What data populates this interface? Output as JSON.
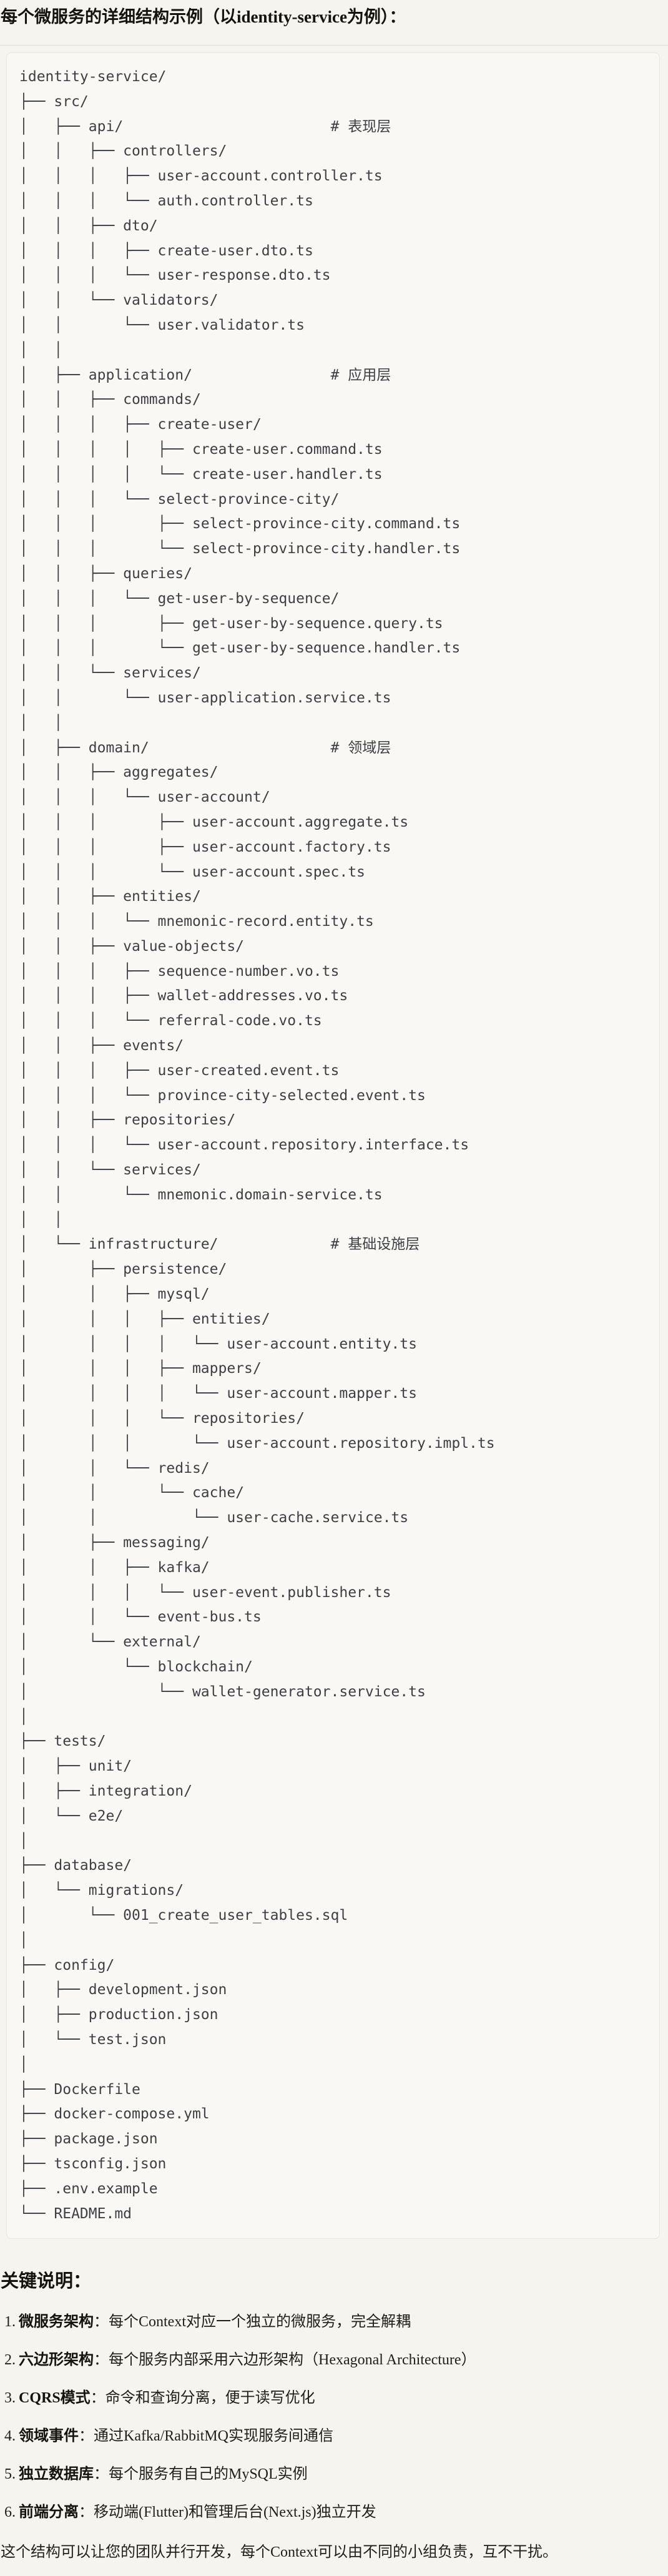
{
  "title": "每个微服务的详细结构示例（以identity-service为例）：",
  "tree": {
    "lines": [
      "identity-service/",
      "├── src/",
      "│   ├── api/                        # 表现层",
      "│   │   ├── controllers/",
      "│   │   │   ├── user-account.controller.ts",
      "│   │   │   └── auth.controller.ts",
      "│   │   ├── dto/",
      "│   │   │   ├── create-user.dto.ts",
      "│   │   │   └── user-response.dto.ts",
      "│   │   └── validators/",
      "│   │       └── user.validator.ts",
      "│   │",
      "│   ├── application/                # 应用层",
      "│   │   ├── commands/",
      "│   │   │   ├── create-user/",
      "│   │   │   │   ├── create-user.command.ts",
      "│   │   │   │   └── create-user.handler.ts",
      "│   │   │   └── select-province-city/",
      "│   │   │       ├── select-province-city.command.ts",
      "│   │   │       └── select-province-city.handler.ts",
      "│   │   ├── queries/",
      "│   │   │   └── get-user-by-sequence/",
      "│   │   │       ├── get-user-by-sequence.query.ts",
      "│   │   │       └── get-user-by-sequence.handler.ts",
      "│   │   └── services/",
      "│   │       └── user-application.service.ts",
      "│   │",
      "│   ├── domain/                     # 领域层",
      "│   │   ├── aggregates/",
      "│   │   │   └── user-account/",
      "│   │   │       ├── user-account.aggregate.ts",
      "│   │   │       ├── user-account.factory.ts",
      "│   │   │       └── user-account.spec.ts",
      "│   │   ├── entities/",
      "│   │   │   └── mnemonic-record.entity.ts",
      "│   │   ├── value-objects/",
      "│   │   │   ├── sequence-number.vo.ts",
      "│   │   │   ├── wallet-addresses.vo.ts",
      "│   │   │   └── referral-code.vo.ts",
      "│   │   ├── events/",
      "│   │   │   ├── user-created.event.ts",
      "│   │   │   └── province-city-selected.event.ts",
      "│   │   ├── repositories/",
      "│   │   │   └── user-account.repository.interface.ts",
      "│   │   └── services/",
      "│   │       └── mnemonic.domain-service.ts",
      "│   │",
      "│   └── infrastructure/             # 基础设施层",
      "│       ├── persistence/",
      "│       │   ├── mysql/",
      "│       │   │   ├── entities/",
      "│       │   │   │   └── user-account.entity.ts",
      "│       │   │   ├── mappers/",
      "│       │   │   │   └── user-account.mapper.ts",
      "│       │   │   └── repositories/",
      "│       │   │       └── user-account.repository.impl.ts",
      "│       │   └── redis/",
      "│       │       └── cache/",
      "│       │           └── user-cache.service.ts",
      "│       ├── messaging/",
      "│       │   ├── kafka/",
      "│       │   │   └── user-event.publisher.ts",
      "│       │   └── event-bus.ts",
      "│       └── external/",
      "│           └── blockchain/",
      "│               └── wallet-generator.service.ts",
      "│",
      "├── tests/",
      "│   ├── unit/",
      "│   ├── integration/",
      "│   └── e2e/",
      "│",
      "├── database/",
      "│   └── migrations/",
      "│       └── 001_create_user_tables.sql",
      "│",
      "├── config/",
      "│   ├── development.json",
      "│   ├── production.json",
      "│   └── test.json",
      "│",
      "├── Dockerfile",
      "├── docker-compose.yml",
      "├── package.json",
      "├── tsconfig.json",
      "├── .env.example",
      "└── README.md"
    ]
  },
  "notes": {
    "heading": "关键说明：",
    "items": [
      {
        "num": "1.",
        "term": "微服务架构",
        "desc": "：每个Context对应一个独立的微服务，完全解耦"
      },
      {
        "num": "2.",
        "term": "六边形架构",
        "desc": "：每个服务内部采用六边形架构（Hexagonal Architecture）"
      },
      {
        "num": "3.",
        "term": "CQRS模式",
        "desc": "：命令和查询分离，便于读写优化"
      },
      {
        "num": "4.",
        "term": "领域事件",
        "desc": "：通过Kafka/RabbitMQ实现服务间通信"
      },
      {
        "num": "5.",
        "term": "独立数据库",
        "desc": "：每个服务有自己的MySQL实例"
      },
      {
        "num": "6.",
        "term": "前端分离",
        "desc": "：移动端(Flutter)和管理后台(Next.js)独立开发"
      }
    ],
    "footer": "这个结构可以让您的团队并行开发，每个Context可以由不同的小组负责，互不干扰。"
  },
  "colors": {
    "page_background": "#F5F4EE",
    "code_block_background": "#F9F8F4",
    "code_block_border": "#E9E7E0",
    "tree_text": "#3E3F45",
    "heading_text": "#14130E",
    "body_text": "#201F1A",
    "divider": "#DDDBD3"
  }
}
